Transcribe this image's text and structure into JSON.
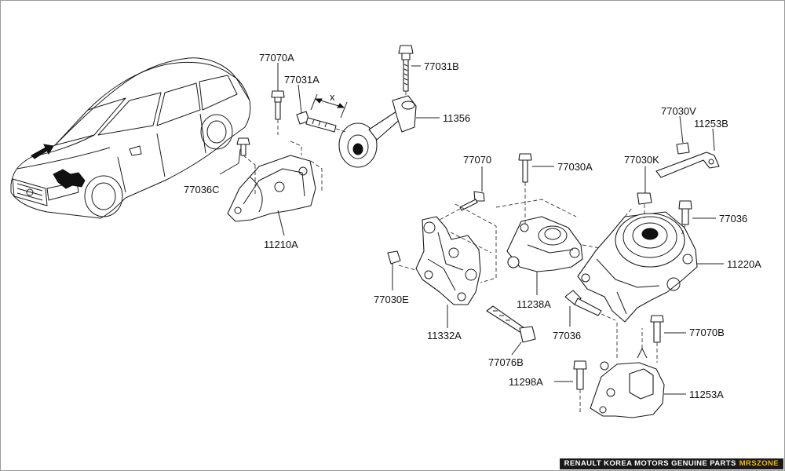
{
  "labels": {
    "l77070A": "77070A",
    "l77031B": "77031B",
    "l77031A": "77031A",
    "lx": "x",
    "l11356": "11356",
    "l77036C": "77036C",
    "l11210A": "11210A",
    "l77030V": "77030V",
    "l11253B": "11253B",
    "l77070": "77070",
    "l77030A": "77030A",
    "l77030K": "77030K",
    "l77036a": "77036",
    "l11220A": "11220A",
    "l77030E": "77030E",
    "l11238A": "11238A",
    "l11332A": "11332A",
    "l77036b": "77036",
    "l77070B": "77070B",
    "l77076B": "77076B",
    "l11298A": "11298A",
    "l11253A": "11253A"
  },
  "footer": {
    "text": "RENAULT KOREA MOTORS GENUINE PARTS",
    "brand": "MRSZONE",
    "bg_color": "#1a1a1a",
    "brand_color": "#f2b705"
  }
}
